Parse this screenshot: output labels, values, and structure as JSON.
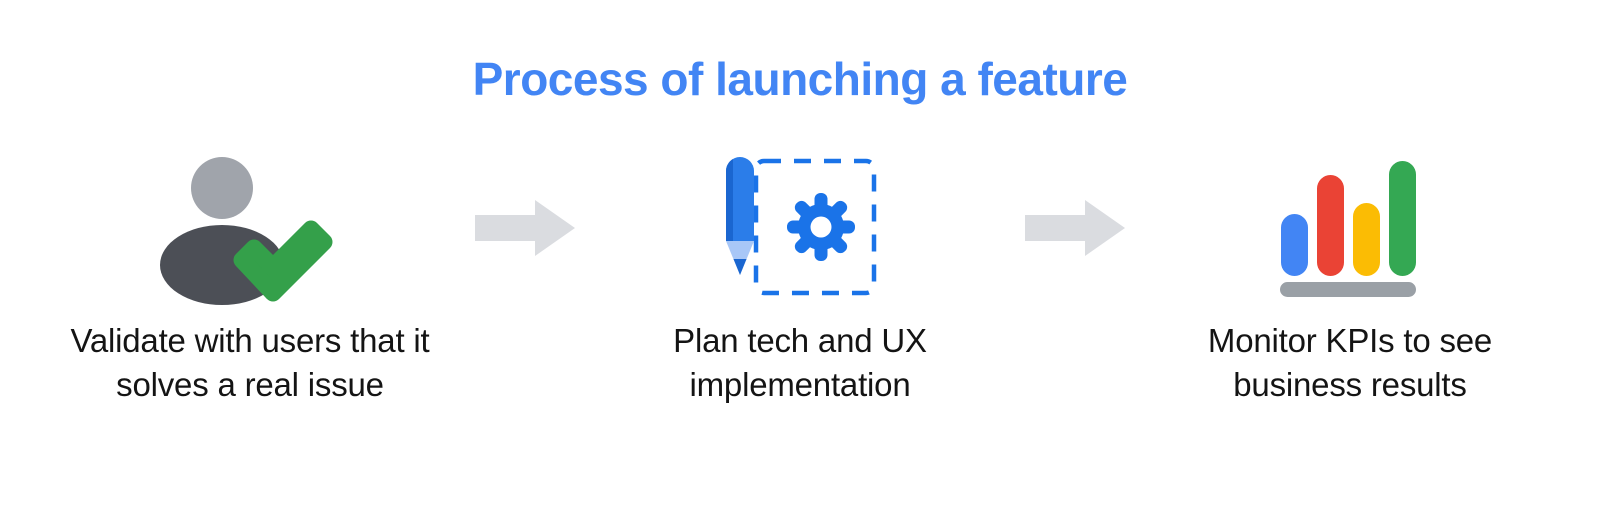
{
  "page": {
    "title": "Process of launching a feature",
    "background_color": "#ffffff",
    "title_color": "#4285F4"
  },
  "colors": {
    "google_blue": "#4285F4",
    "google_red": "#EA4335",
    "google_yellow": "#FBBC04",
    "google_green": "#34A853",
    "check_green": "#34A04A",
    "person_head_gray": "#A0A4AB",
    "person_body_gray": "#4C4F56",
    "arrow_gray": "#DADCE0",
    "baseline_gray": "#9AA0A6",
    "pencil_blue": "#2B7DE9",
    "pencil_blue_dark": "#1A66D0",
    "pencil_tip_light": "#A8C7F7",
    "gear_blue": "#1A73E8",
    "dashed_blue": "#1A73E8",
    "caption_text": "#141414"
  },
  "steps": [
    {
      "id": "validate",
      "icon": "person-check-icon",
      "caption": "Validate with users that it solves a real issue"
    },
    {
      "id": "plan",
      "icon": "pencil-gear-icon",
      "caption": "Plan tech and UX implementation"
    },
    {
      "id": "monitor",
      "icon": "bar-chart-icon",
      "caption": "Monitor KPIs to see business results"
    }
  ],
  "connectors": [
    {
      "id": "arrow-1",
      "icon": "arrow-right-icon"
    },
    {
      "id": "arrow-2",
      "icon": "arrow-right-icon"
    }
  ],
  "chart_icon": {
    "type": "bar",
    "bars": [
      {
        "color": "#4285F4",
        "height_rel": 0.52
      },
      {
        "color": "#EA4335",
        "height_rel": 0.87
      },
      {
        "color": "#FBBC04",
        "height_rel": 0.62
      },
      {
        "color": "#34A853",
        "height_rel": 1.0
      }
    ],
    "baseline": true
  }
}
